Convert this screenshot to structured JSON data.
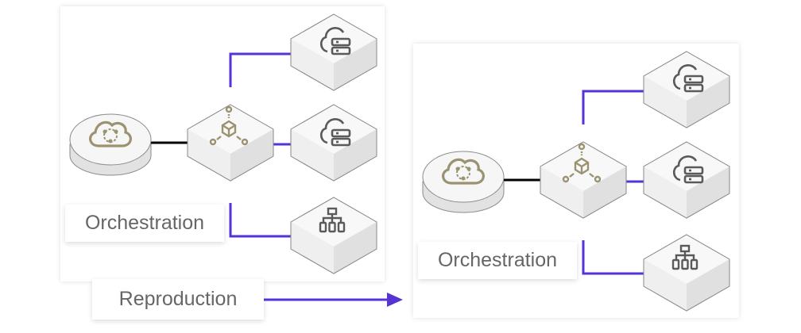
{
  "colors": {
    "connector": "#5533d4",
    "link": "#000000",
    "accent_icon": "#9a9270",
    "device_icon": "#5a5a5a"
  },
  "left_panel": {
    "label": "Orchestration"
  },
  "right_panel": {
    "label": "Orchestration"
  },
  "reproduction": {
    "label": "Reproduction"
  },
  "icons": {
    "hub": "cloud-network-icon",
    "orchestrator": "cube-distribution-icon",
    "node_top": "cloud-server-icon",
    "node_middle": "cloud-server-icon",
    "node_bottom": "hierarchy-icon"
  }
}
